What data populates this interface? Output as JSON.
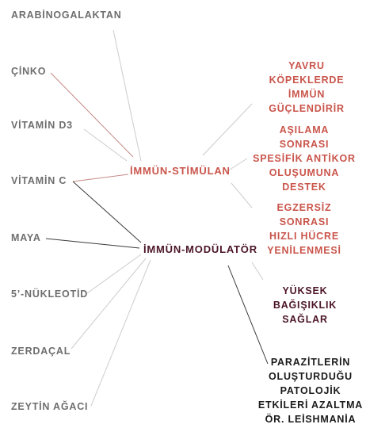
{
  "colors": {
    "ingredient_text": "#6e6e6e",
    "stimulant": "#c9554b",
    "modulator": "#4b1526",
    "stimulant_line": "#c48a86",
    "light_line": "#cccccc",
    "dark_line": "#3a3a3a"
  },
  "ingredients": [
    {
      "id": "arabinogalaktan",
      "label": "ARABİNOGALAKTAN"
    },
    {
      "id": "cinko",
      "label": "ÇİNKO"
    },
    {
      "id": "vitamin-d3",
      "label": "VİTAMİN D3"
    },
    {
      "id": "vitamin-c",
      "label": "VİTAMİN C"
    },
    {
      "id": "maya",
      "label": "MAYA"
    },
    {
      "id": "nukleotid",
      "label": "5’-NÜKLEOTİD"
    },
    {
      "id": "zerdacal",
      "label": "ZERDAÇAL"
    },
    {
      "id": "zeytin-agaci",
      "label": "ZEYTİN AĞACI"
    }
  ],
  "hubs": {
    "stimulant": "İMMÜN-STİMÜLAN",
    "modulator": "İMMÜN-MODÜLATÖR"
  },
  "effects": [
    {
      "id": "yavru",
      "lines": [
        "YAVRU",
        "KÖPEKLERDE",
        "İMMÜN",
        "GÜÇLENDİRİR"
      ]
    },
    {
      "id": "asilama",
      "lines": [
        "AŞILAMA",
        "SONRASI",
        "SPESİFİK ANTİKOR",
        "OLUŞUMUNA",
        "DESTEK"
      ]
    },
    {
      "id": "egzersiz",
      "lines": [
        "EGZERSİZ",
        "SONRASI",
        "HIZLI HÜCRE",
        "YENİLENMESİ"
      ]
    },
    {
      "id": "yuksek",
      "lines": [
        "YÜKSEK",
        "BAĞIŞIKLIK",
        "SAĞLAR"
      ]
    },
    {
      "id": "parazit",
      "lines": [
        "PARAZİTLERİN",
        "OLUŞTURDUĞU",
        "PATOLOJİK",
        "ETKİLERİ AZALTMA",
        "ÖR. LEİSHMANİA"
      ]
    }
  ]
}
